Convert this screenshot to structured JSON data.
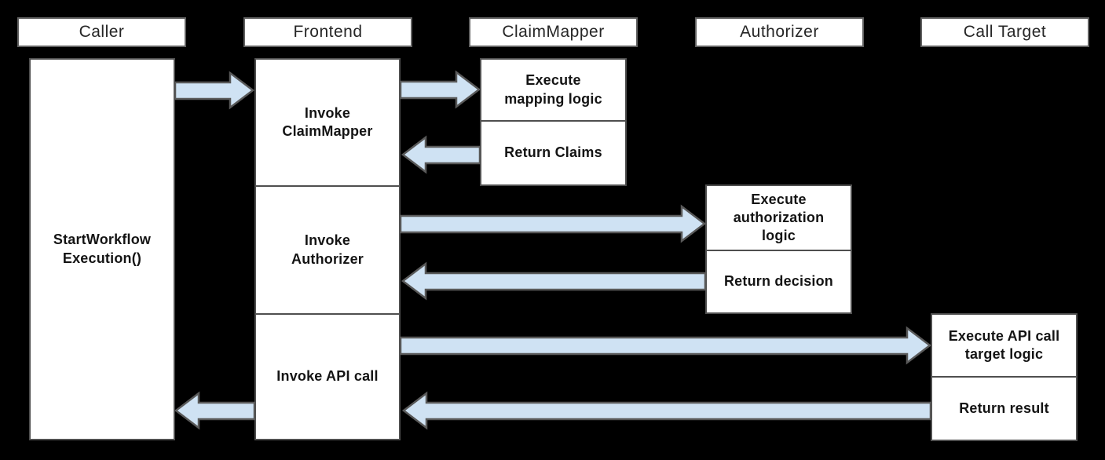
{
  "diagram": {
    "lifelines": [
      {
        "label": "Caller"
      },
      {
        "label": "Frontend"
      },
      {
        "label": "ClaimMapper"
      },
      {
        "label": "Authorizer"
      },
      {
        "label": "Call Target"
      }
    ],
    "caller": {
      "step": "StartWorkflow\nExecution()"
    },
    "frontend": {
      "steps": [
        "Invoke\nClaimMapper",
        "Invoke\nAuthorizer",
        "Invoke API call"
      ]
    },
    "claimmapper": {
      "steps": [
        "Execute\nmapping logic",
        "Return Claims"
      ]
    },
    "authorizer": {
      "steps": [
        "Execute\nauthorization\nlogic",
        "Return decision"
      ]
    },
    "calltarget": {
      "steps": [
        "Execute API call\ntarget logic",
        "Return result"
      ]
    },
    "arrows": [
      {
        "name": "caller-to-frontend",
        "from": "Caller",
        "to": "Frontend"
      },
      {
        "name": "frontend-to-claimmapper",
        "from": "Frontend",
        "to": "ClaimMapper"
      },
      {
        "name": "claimmapper-return-to-frontend",
        "from": "ClaimMapper",
        "to": "Frontend"
      },
      {
        "name": "frontend-to-authorizer",
        "from": "Frontend",
        "to": "Authorizer"
      },
      {
        "name": "authorizer-return-to-frontend",
        "from": "Authorizer",
        "to": "Frontend"
      },
      {
        "name": "frontend-to-calltarget",
        "from": "Frontend",
        "to": "Call Target"
      },
      {
        "name": "calltarget-return-to-frontend",
        "from": "Call Target",
        "to": "Frontend"
      },
      {
        "name": "frontend-return-to-caller",
        "from": "Frontend",
        "to": "Caller"
      }
    ],
    "colors": {
      "background": "#000000",
      "box_fill": "#ffffff",
      "box_border": "#4f4f4f",
      "header_border": "#616161",
      "arrow_fill": "#cfe2f3",
      "arrow_stroke": "#595959"
    }
  }
}
